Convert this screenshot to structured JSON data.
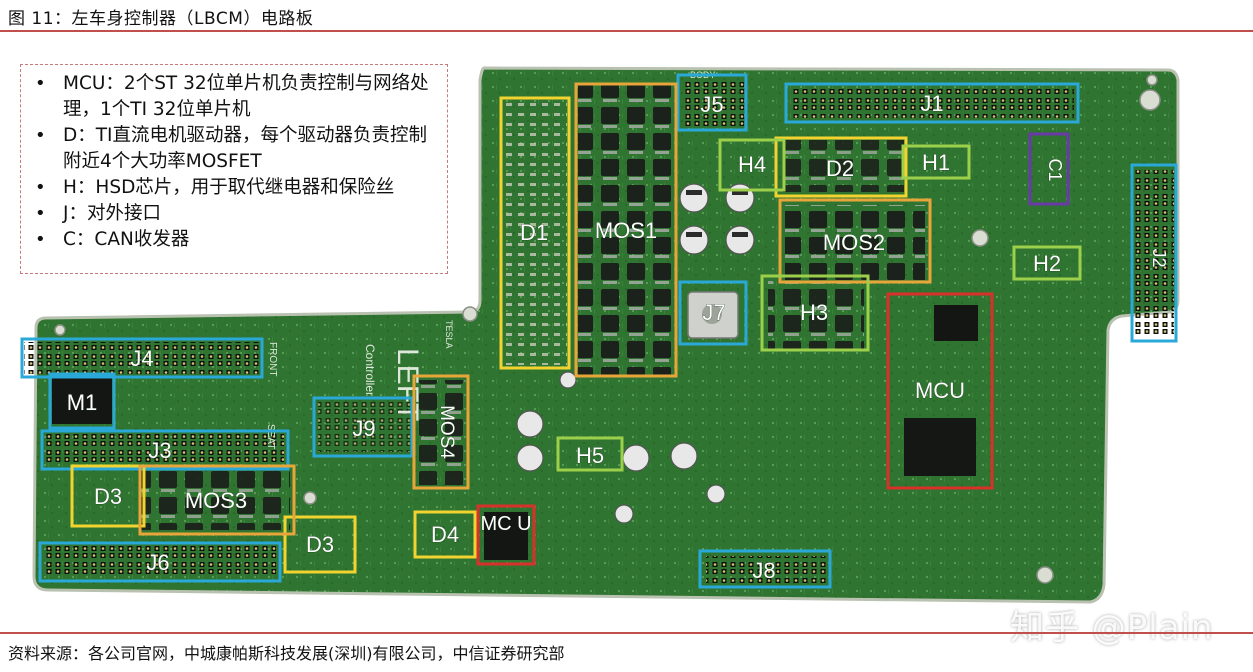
{
  "figure": {
    "title": "图 11：左车身控制器（LBCM）电路板",
    "source": "资料来源：各公司官网，中城康帕斯科技发展(深圳)有限公司，中信证券研究部",
    "watermark": "知乎 @Plain"
  },
  "legend": {
    "items": [
      "MCU：2个ST 32位单片机负责控制与网络处理，1个TI 32位单片机",
      "D：TI直流电机驱动器，每个驱动器负责控制附近4个大功率MOSFET",
      "H：HSD芯片，用于取代继电器和保险丝",
      "J：对外接口",
      "C：CAN收发器"
    ]
  },
  "colors": {
    "title_rule": "#c0504d",
    "legend_border": "#c97a7a",
    "J": "#2aa8d8",
    "D": "#f2d330",
    "MOS": "#e8a63a",
    "H": "#9ccf4a",
    "MCU": "#d8302a",
    "C": "#6a3aa8",
    "board": "#2c6e2a"
  },
  "board_labels": {
    "J1": "J1",
    "J2": "J2",
    "J3": "J3",
    "J4": "J4",
    "J5": "J5",
    "J6": "J6",
    "J7": "J7",
    "J8": "J8",
    "J9": "J9",
    "D1": "D1",
    "D2": "D2",
    "D3a": "D3",
    "D3b": "D3",
    "D4": "D4",
    "MOS1": "MOS1",
    "MOS2": "MOS2",
    "MOS3": "MOS3",
    "MOS4": "MOS4",
    "H1": "H1",
    "H2": "H2",
    "H3": "H3",
    "H4": "H4",
    "H5": "H5",
    "MCU_main": "MCU",
    "MCU_small": "MC U",
    "C1": "C1",
    "M1": "M1"
  },
  "silkscreen": {
    "left": "LEFT",
    "controller": "Controller",
    "tesla": "TESLA",
    "front": "FRONT",
    "seat": "SEAT",
    "body": "BODY"
  }
}
